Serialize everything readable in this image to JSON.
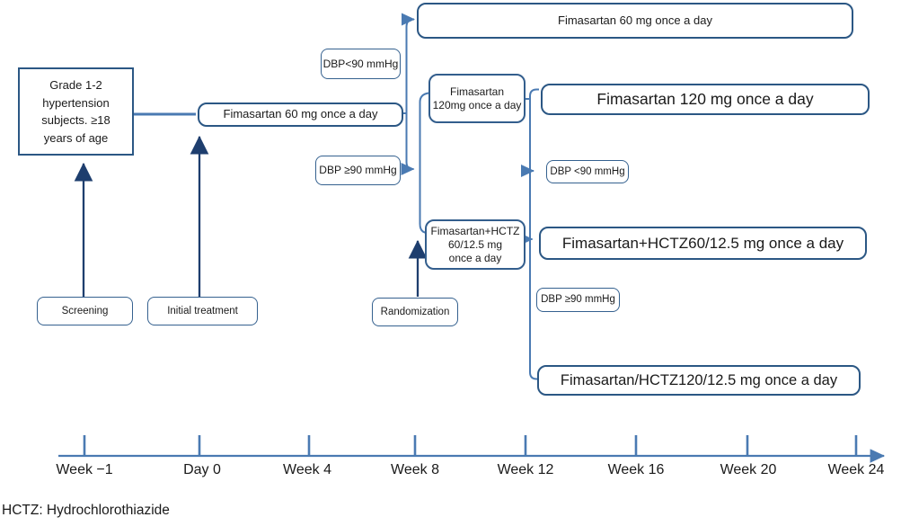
{
  "figure": {
    "footnote": "HCTZ: Hydrochlorothiazide",
    "colors": {
      "connector_line": "#4a7ab2",
      "box_border": "#2b5784",
      "stage_arrow": "#1e3e6e",
      "text": "#1a1a1a"
    },
    "population": {
      "label": "Grade 1-2\nhypertension\nsubjects. ≥18\nyears of age"
    },
    "stages": {
      "screening": "Screening",
      "initial_treatment": "Initial treatment",
      "randomization": "Randomization"
    },
    "treatments": {
      "initial": "Fimasartan 60 mg once a day",
      "continue_60": "Fimasartan 60 mg once a day",
      "f120_titration": "Fimasartan\n120mg once a day",
      "f120_continue": "Fimasartan 120 mg once a day",
      "fhctz_titration": "Fimasartan+HCTZ\n60/12.5 mg\nonce a day",
      "fhctz60_continue": "Fimasartan+HCTZ60/12.5 mg once a day",
      "fhctz120_uptitration": "Fimasartan/HCTZ120/12.5 mg once a day"
    },
    "conditions": {
      "lt90_first": "DBP<90 mmHg",
      "ge90_first": "DBP ≥90 mmHg",
      "lt90_second": "DBP <90 mmHg",
      "ge90_second": "DBP ≥90 mmHg"
    },
    "timeline": {
      "labels": [
        "Week −1",
        "Day 0",
        "Week 4",
        "Week 8",
        "Week 12",
        "Week 16",
        "Week 20",
        "Week 24"
      ]
    }
  }
}
